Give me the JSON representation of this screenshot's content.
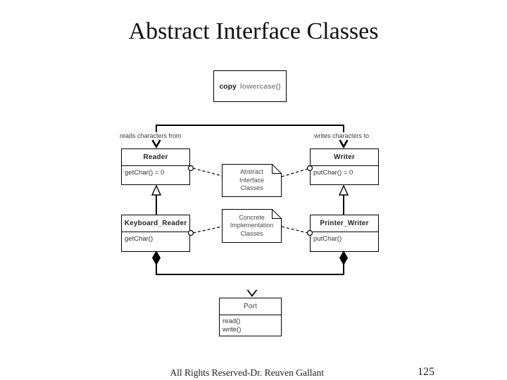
{
  "slide": {
    "title": "Abstract Interface Classes",
    "footer": "All Rights Reserved-Dr. Reuven Gallant",
    "page_number": "125"
  },
  "colors": {
    "line": "#000000",
    "diagram_text": "#3d3d3d",
    "muted_text": "#8d8d8d",
    "background": "#ffffff"
  },
  "diagram": {
    "top_box": {
      "primary": "copy",
      "secondary": "lowercase()"
    },
    "edge_labels": {
      "reads": "reads characters from",
      "writes": "writes characters to"
    },
    "classes": {
      "reader": {
        "name": "Reader",
        "members": [
          "getChar() = 0"
        ]
      },
      "writer": {
        "name": "Writer",
        "members": [
          "putChar() = 0"
        ]
      },
      "keyboard_reader": {
        "name": "Keyboard_Reader",
        "members": [
          "getChar()"
        ]
      },
      "printer_writer": {
        "name": "Printer_Writer",
        "members": [
          "putChar()"
        ]
      },
      "port": {
        "name": "Port",
        "members": [
          "read()",
          "write()"
        ]
      }
    },
    "notes": {
      "abstract": {
        "lines": [
          "Abstract",
          "Interface",
          "Classes"
        ]
      },
      "concrete": {
        "lines": [
          "Concrete",
          "Implementation",
          "Classes"
        ]
      }
    }
  }
}
